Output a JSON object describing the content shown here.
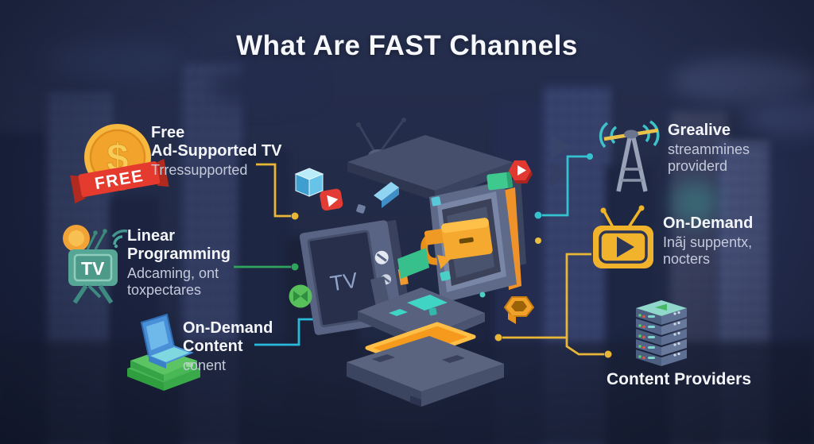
{
  "title": "What Are FAST Channels",
  "center": {
    "tv_label": "TV"
  },
  "callouts": {
    "free": {
      "heading": "Free\nAd-Supported TV",
      "sub": "Trressupported",
      "badge": "FREE",
      "symbol": "$"
    },
    "linear": {
      "heading": "Linear\nProgramming",
      "sub": "Adcaming, ont\ntoxpectares",
      "tv_label": "TV"
    },
    "ondemand_left": {
      "heading": "On-Demand\nContent",
      "sub": "conent"
    },
    "creative": {
      "heading": "Grealive",
      "sub": "streammines\nproviderd"
    },
    "ondemand_right": {
      "heading": "On-Demand",
      "sub": "Inãj suppentx,\nnocters"
    },
    "content_providers": {
      "label": "Content Providers"
    }
  },
  "colors": {
    "background_navy": "#222B47",
    "connector_yellow": "#E9B637",
    "connector_green": "#2FA45C",
    "connector_cyan": "#2BB9D9",
    "connector_teal": "#35C2CF",
    "coin_gold": "#F2A33B",
    "ribbon_red": "#E23A30",
    "tv_teal": "#57A897",
    "laptop_blue": "#4A90D9",
    "laptop_base_green": "#4CBB55",
    "yellow_tv": "#F0B429",
    "platform_slate": "#5A647F",
    "platform_orange": "#F59A1D",
    "heading_white": "#F3F5F9",
    "sub_gray": "#C4CADA"
  }
}
